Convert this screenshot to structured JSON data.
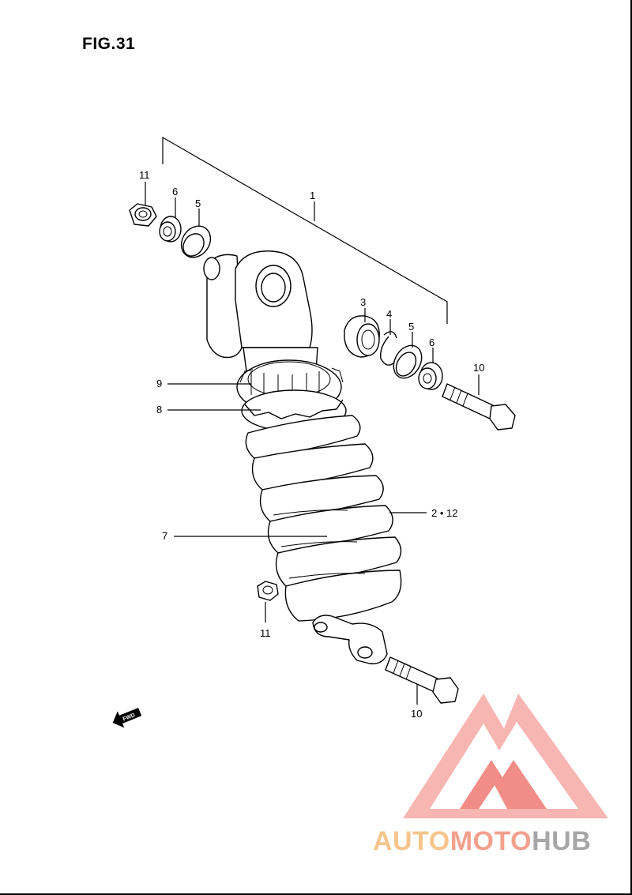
{
  "figure": {
    "title": "FIG.31"
  },
  "callouts": {
    "c1": "1",
    "c3": "3",
    "c4": "4",
    "c5a": "5",
    "c5b": "5",
    "c6a": "6",
    "c6b": "6",
    "c7": "7",
    "c8": "8",
    "c9": "9",
    "c10a": "10",
    "c10b": "10",
    "c11a": "11",
    "c11b": "11",
    "c212": "2 • 12"
  },
  "fwd_label": "FWD",
  "brand": {
    "part1": "AUTO",
    "part2": "MOTO",
    "part3": "HUB"
  },
  "colors": {
    "logo_red": "#f0807a",
    "logo_pink": "#f6a9a4",
    "auto": "#f6c58c",
    "moto": "#f4a08e",
    "hub": "#a7a7a7"
  }
}
